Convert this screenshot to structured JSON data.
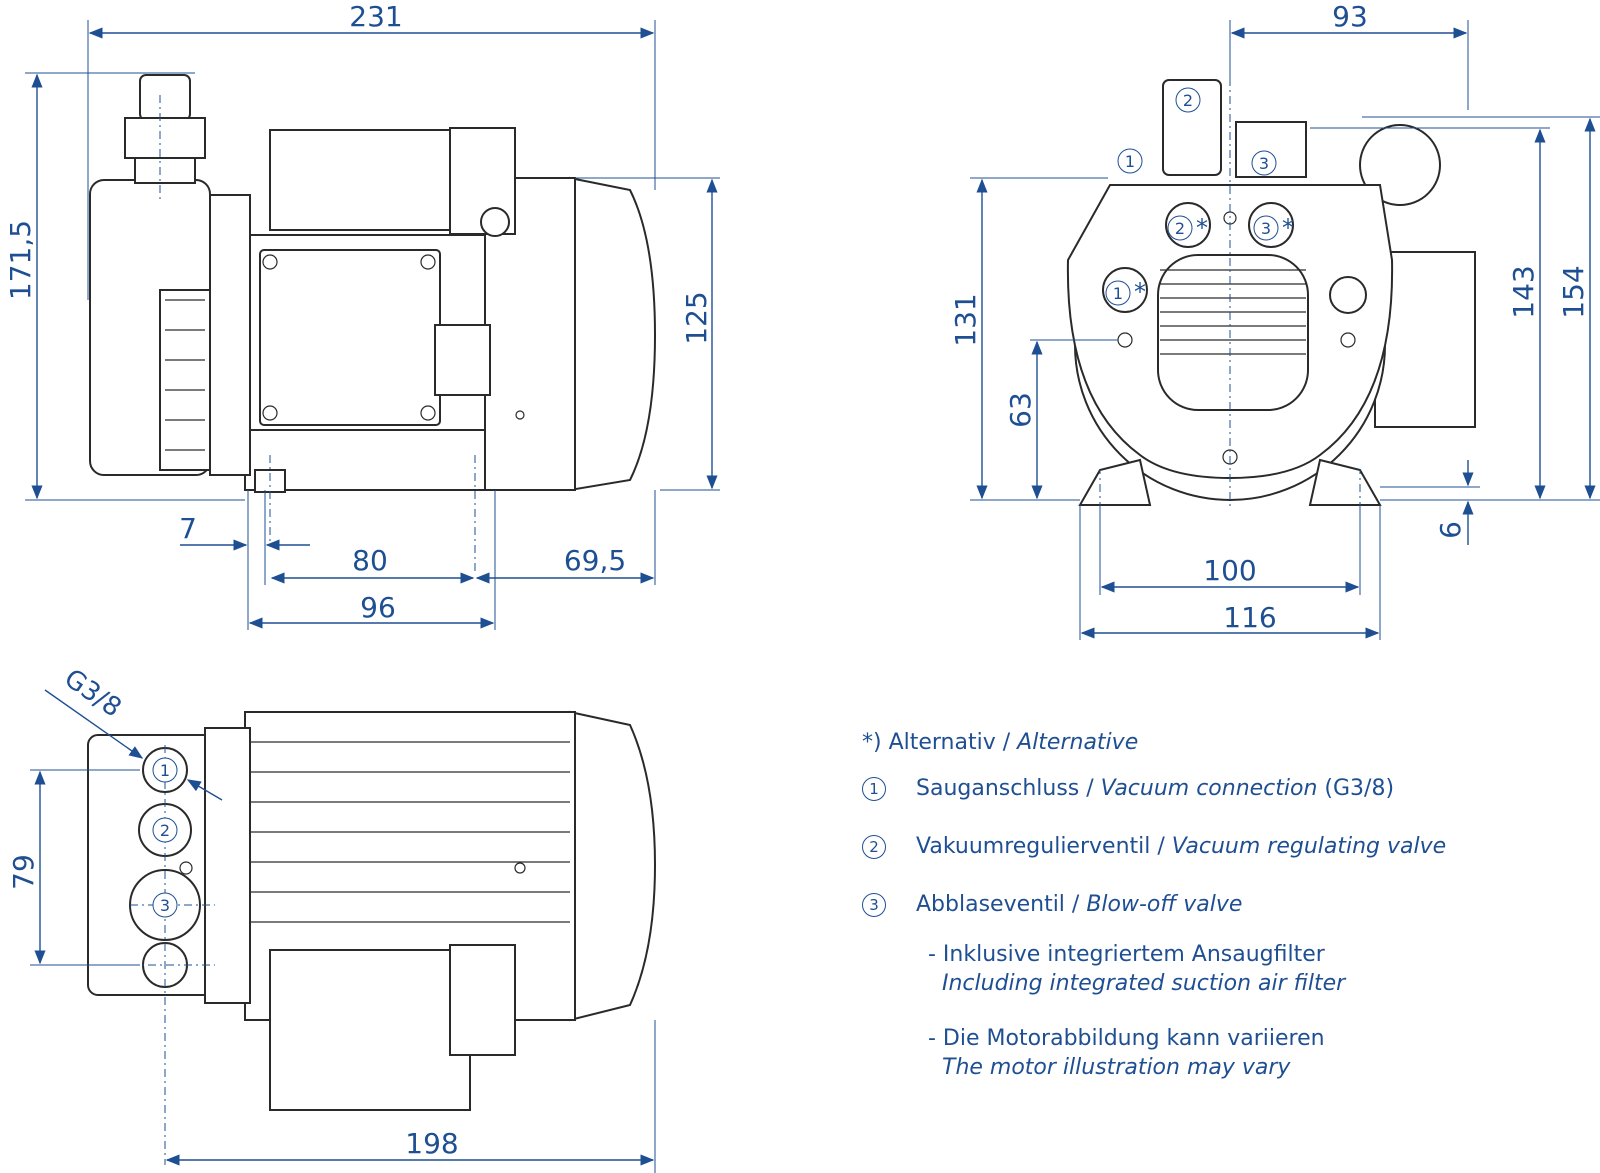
{
  "dimensions": {
    "side_length_total": "231",
    "side_height_total": "171,5",
    "side_motor_height": "125",
    "side_foot_offset": "7",
    "side_foot_hole_spacing": "80",
    "side_foot_rear_offset": "69,5",
    "side_foot_length": "96",
    "front_width_top": "93",
    "front_height_131": "131",
    "front_height_143": "143",
    "front_height_154": "154",
    "front_axis_height": "63",
    "front_foot_thickness": "6",
    "front_foot_hole_spacing": "100",
    "front_foot_width": "116",
    "top_port_spacing": "79",
    "top_length": "198",
    "thread_label": "G3/8"
  },
  "markers": {
    "one": "1",
    "two": "2",
    "three": "3",
    "asterisk": "*"
  },
  "legend": {
    "alt_de": "*) Alternativ / ",
    "alt_en": "Alternative",
    "items": [
      {
        "num": "1",
        "de": "Sauganschluss / ",
        "en": "Vacuum connection",
        "extra": " (G3/8)"
      },
      {
        "num": "2",
        "de": "Vakuumregulierventil / ",
        "en": "Vacuum regulating valve",
        "extra": ""
      },
      {
        "num": "3",
        "de": "Abblaseventil / ",
        "en": "Blow-off valve",
        "extra": ""
      }
    ],
    "note1_de": "- Inklusive integriertem Ansaugfilter",
    "note1_en": "Including integrated suction air filter",
    "note2_de": "- Die Motorabbildung kann variieren",
    "note2_en": "The motor illustration may vary"
  }
}
